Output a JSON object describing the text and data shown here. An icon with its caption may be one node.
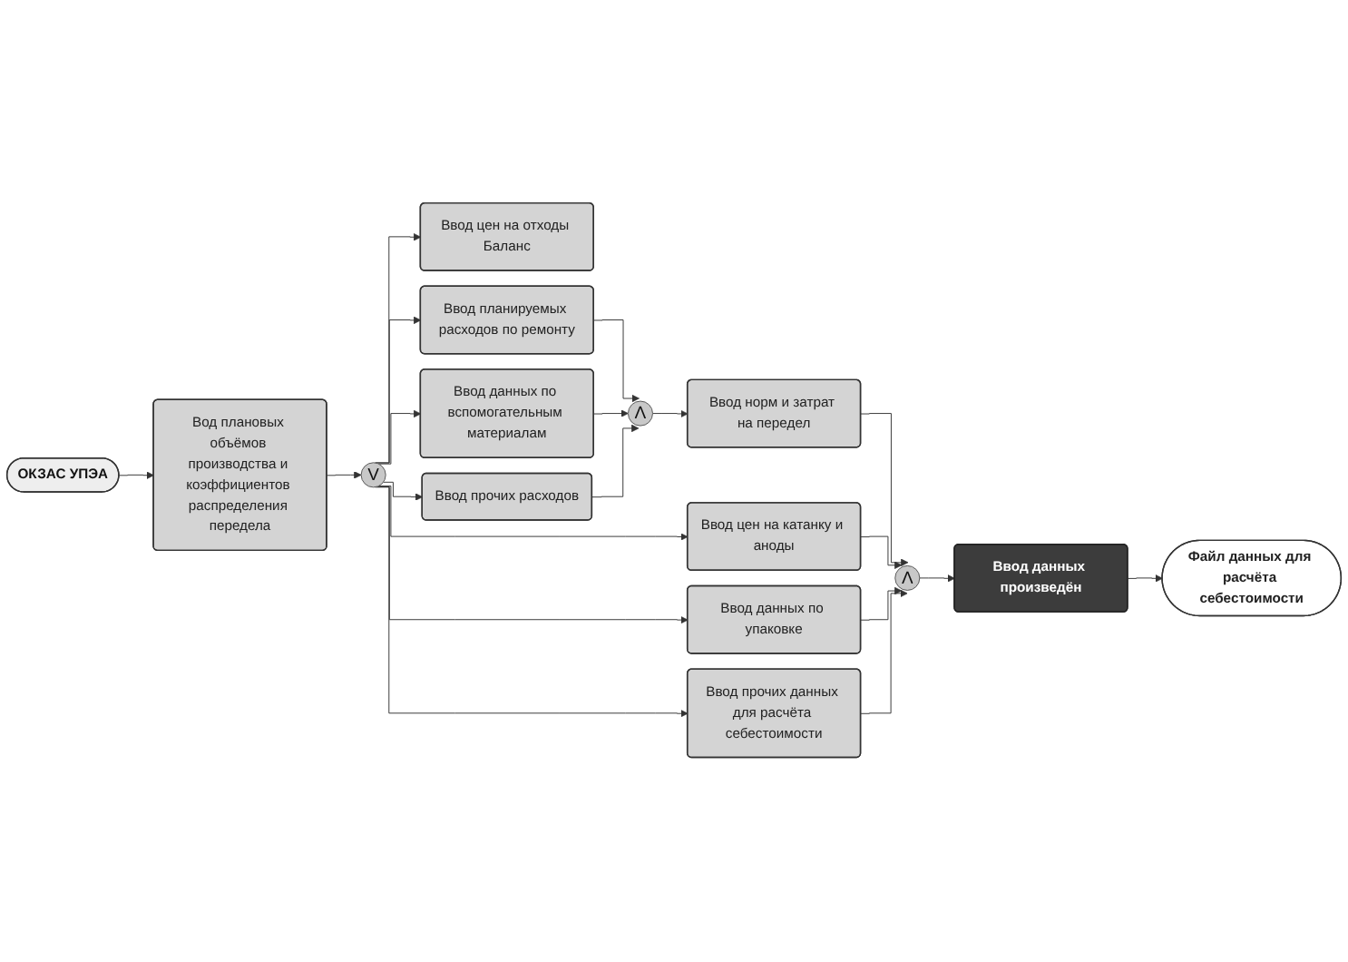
{
  "diagram": {
    "nodes": [
      {
        "text": [
          "ОКЗАС УПЭА"
        ]
      },
      {
        "text": [
          "Вод плановых объёмов производства и коэффициентов распределения передела"
        ]
      },
      {
        "text": [
          "V"
        ]
      },
      {
        "text": [
          "Ввод цен на катанку и аноды"
        ]
      },
      {
        "text": [
          "Ввод цен на отходы Баланс"
        ]
      },
      {
        "text": [
          "Ввод планируемых расходов по ремонту"
        ]
      },
      {
        "text": [
          "Ввод данных по вспомогательным материалам"
        ]
      },
      {
        "text": [
          "Ввод прочих расходов"
        ]
      },
      {
        "text": [
          "Ввод данных по упаковке"
        ]
      },
      {
        "text": [
          "Ввод прочих данных для расчёта себестоимости"
        ]
      },
      {
        "text": [
          "Λ"
        ]
      },
      {
        "text": [
          "Ввод норм и затрат на передел"
        ]
      },
      {
        "text": [
          "Λ"
        ]
      },
      {
        "text": [
          "Ввод данных произведён"
        ]
      },
      {
        "text": [
          "Файл данных для расчёта себестоимости"
        ]
      }
    ],
    "edges": [
      {
        "from": 0,
        "to": 1,
        "arrow": "to"
      },
      {
        "from": 1,
        "to": 2,
        "arrow": "to"
      },
      {
        "from": 2,
        "to": 3,
        "arrow": "to"
      },
      {
        "from": 2,
        "to": 4,
        "arrow": "to"
      },
      {
        "from": 2,
        "to": 5,
        "arrow": "to"
      },
      {
        "from": 2,
        "to": 6,
        "arrow": "to"
      },
      {
        "from": 2,
        "to": 7,
        "arrow": "to"
      },
      {
        "from": 2,
        "to": 8,
        "arrow": "to"
      },
      {
        "from": 2,
        "to": 9,
        "arrow": "to"
      },
      {
        "from": 5,
        "to": 10,
        "arrow": "to"
      },
      {
        "from": 6,
        "to": 10,
        "arrow": "to"
      },
      {
        "from": 7,
        "to": 10,
        "arrow": "to"
      },
      {
        "from": 10,
        "to": 11,
        "arrow": "to"
      },
      {
        "from": 11,
        "to": 12,
        "arrow": "to"
      },
      {
        "from": 3,
        "to": 12,
        "arrow": "to"
      },
      {
        "from": 8,
        "to": 12,
        "arrow": "to"
      },
      {
        "from": 9,
        "to": 12,
        "arrow": "to"
      },
      {
        "from": 12,
        "to": 13,
        "arrow": "to"
      },
      {
        "from": 13,
        "to": 14,
        "arrow": "to"
      }
    ]
  }
}
